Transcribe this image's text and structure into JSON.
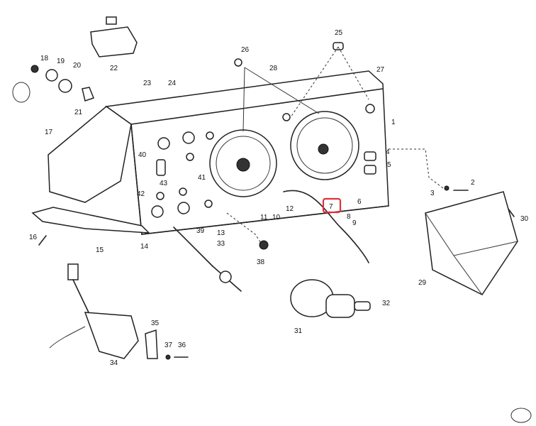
{
  "diagram": {
    "part_labels": [
      "25",
      "26",
      "28",
      "27",
      "22",
      "18",
      "19",
      "20",
      "21",
      "23",
      "24",
      "17",
      "1",
      "40",
      "41",
      "4",
      "5",
      "3",
      "2",
      "43",
      "42",
      "11",
      "12",
      "10",
      "6",
      "7",
      "8",
      "9",
      "13",
      "39",
      "14",
      "30",
      "29",
      "16",
      "15",
      "33",
      "38",
      "31",
      "32",
      "35",
      "37",
      "36",
      "34"
    ],
    "highlighted_label": "7",
    "highlight_color": "#e0303a"
  }
}
